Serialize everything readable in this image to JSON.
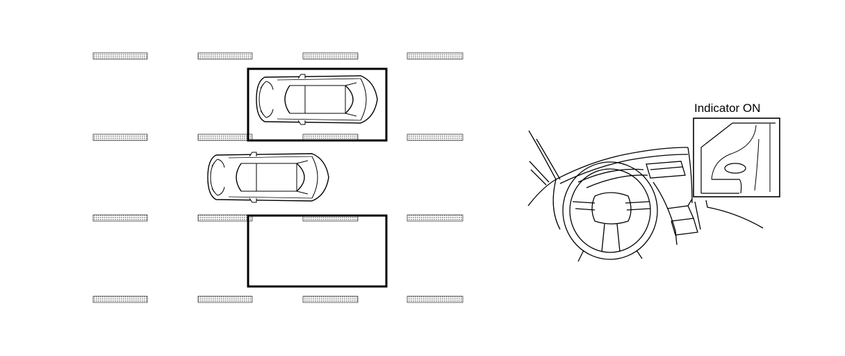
{
  "figure": {
    "indicator_label": "Indicator ON",
    "stroke_color": "#000000",
    "marking_fill": "#bdbdbd",
    "background": "#ffffff"
  },
  "parking_lot": {
    "parked_car_count": 2,
    "highlighted_space_count": 2
  }
}
